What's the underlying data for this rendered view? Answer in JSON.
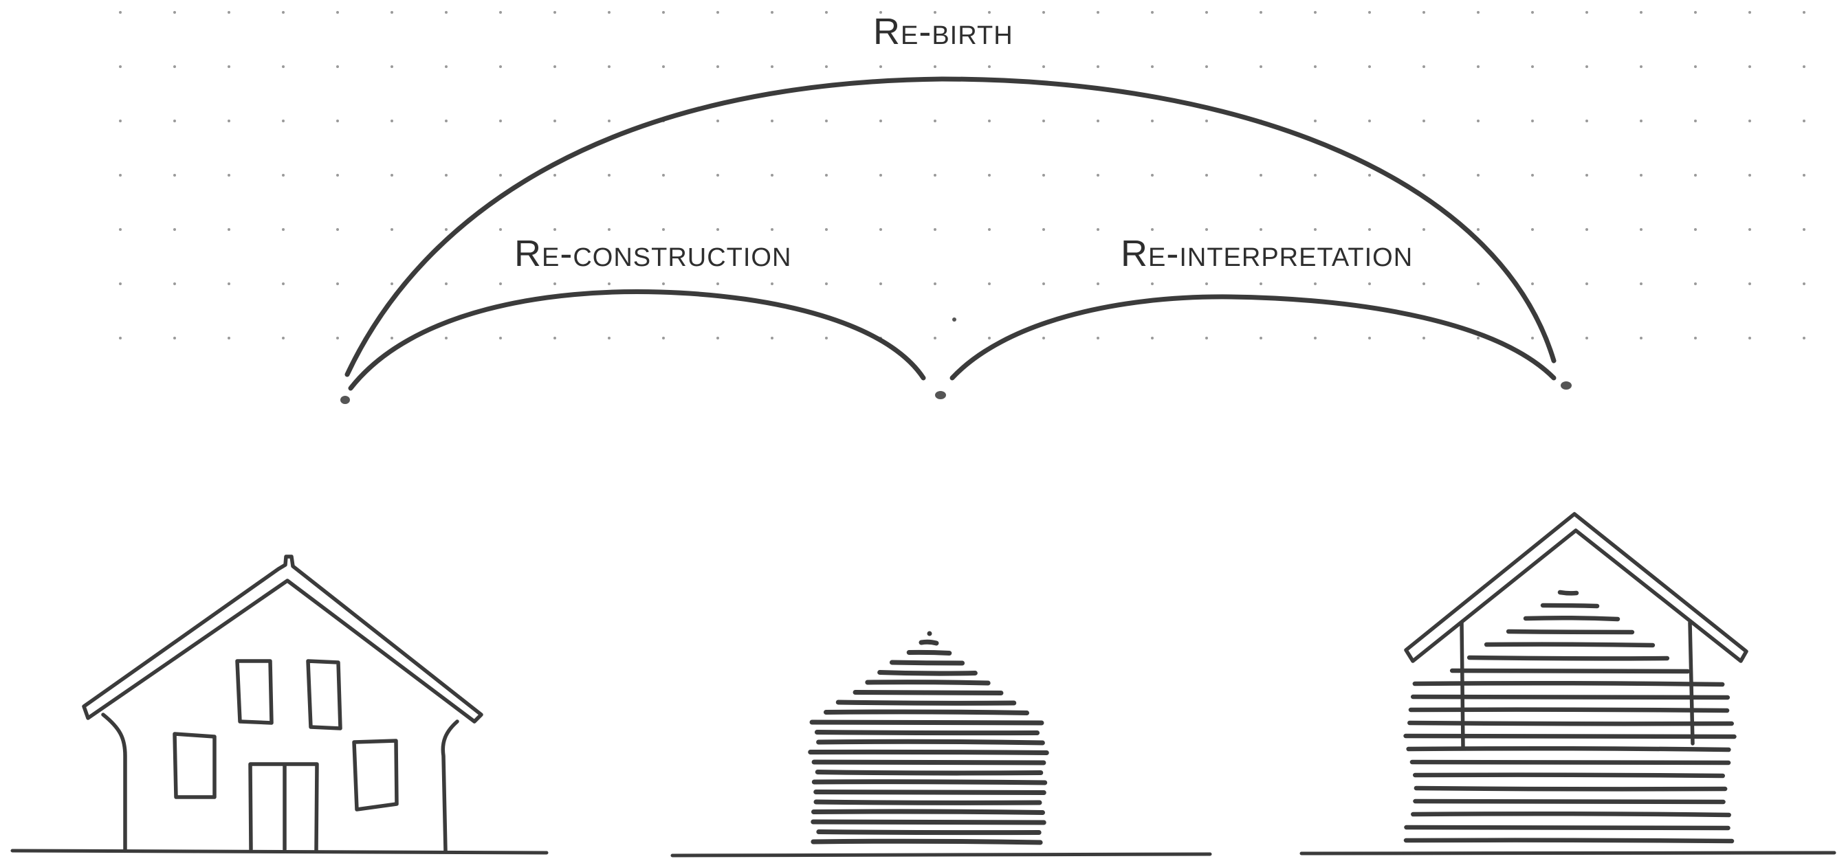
{
  "labels": {
    "top": "Re-birth",
    "left": "Re-construction",
    "right": "Re-interpretation"
  },
  "ink_color": "#3b3b3b",
  "background": "#ffffff"
}
